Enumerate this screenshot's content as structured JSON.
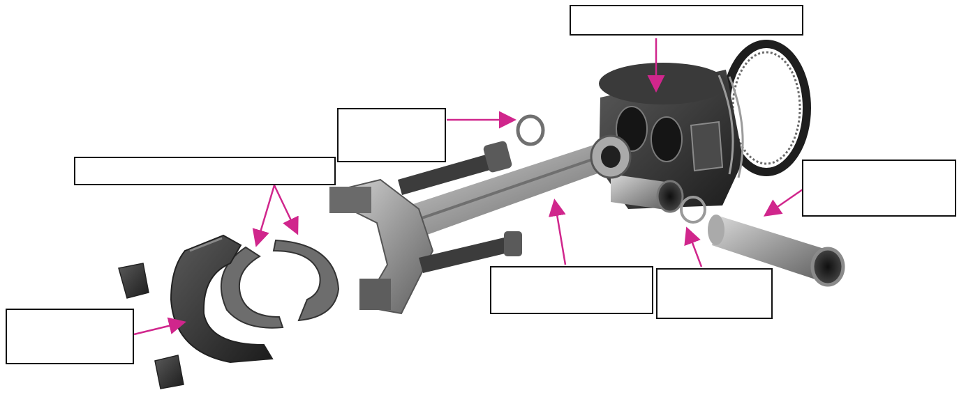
{
  "diagram": {
    "background": "#ffffff",
    "arrow_color": "#d0268c",
    "metal_color": "#8f8f8f",
    "dark_metal_color": "#2b2b2b",
    "labels": [
      {
        "id": "piston",
        "text": ""
      },
      {
        "id": "circlip",
        "text": ""
      },
      {
        "id": "bearing-shells",
        "text": ""
      },
      {
        "id": "gudgeon-pin",
        "text": ""
      },
      {
        "id": "connecting-rod",
        "text": ""
      },
      {
        "id": "small-circlip",
        "text": ""
      },
      {
        "id": "bearing-cap",
        "text": ""
      }
    ]
  }
}
